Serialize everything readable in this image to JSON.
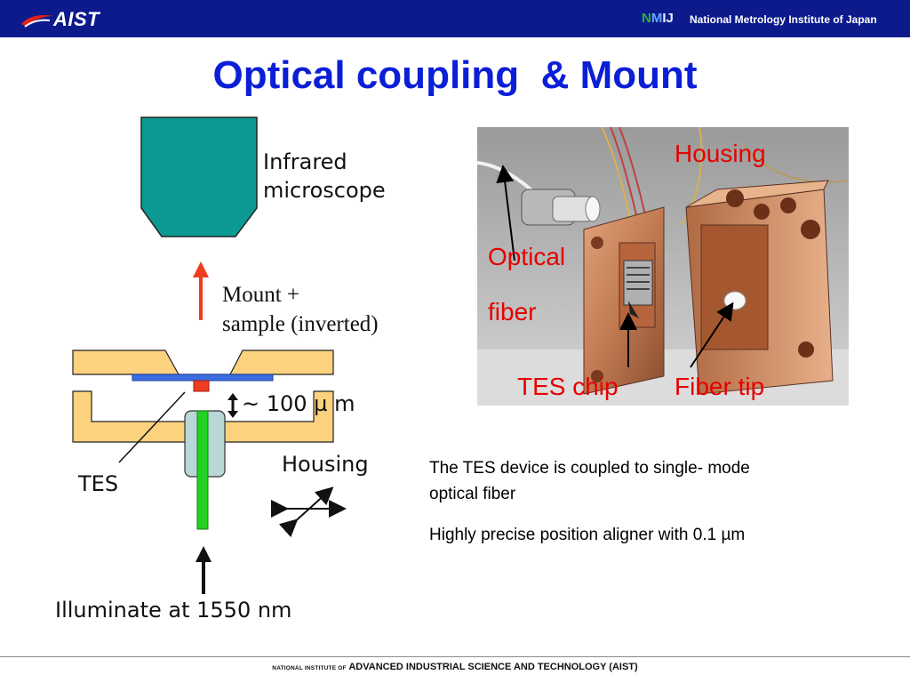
{
  "header": {
    "logo_text": "AIST",
    "nmij_n": "N",
    "nmij_m": "M",
    "nmij_ij": "IJ",
    "org_name": "National Metrology Institute of Japan",
    "bar_color": "#0c1a8c"
  },
  "slide": {
    "title": "Optical coupling  & Mount",
    "title_color": "#0a1fd6"
  },
  "diagram": {
    "microscope_label": [
      "Infrared",
      "microscope"
    ],
    "mount_label": [
      "Mount +",
      "sample (inverted)"
    ],
    "gap_label": "~ 100 µ m",
    "housing_label": "Housing",
    "tes_label": "TES",
    "illuminate_label": "Illuminate at 1550 nm",
    "colors": {
      "microscope": "#0b9a93",
      "mount": "#fcd27f",
      "sample": "#3a6ee0",
      "tes": "#f03c20",
      "fiber": "#22d322",
      "ferrule": "#b9d7d6",
      "arrow_red": "#f03c20"
    }
  },
  "photo": {
    "housing_label": "Housing",
    "optical_label": "Optical",
    "fiber_label": "fiber",
    "tes_chip_label": "TES chip",
    "fiber_tip_label": "Fiber tip",
    "label_color": "#e60000"
  },
  "text": {
    "line1": "The TES device is coupled to single- mode",
    "line2": "optical fiber",
    "line3": "Highly precise position aligner with 0.1 µm"
  },
  "footer": {
    "small_prefix": "NATIONAL INSTITUTE OF",
    "main": "ADVANCED INDUSTRIAL SCIENCE AND TECHNOLOGY (AIST)"
  }
}
